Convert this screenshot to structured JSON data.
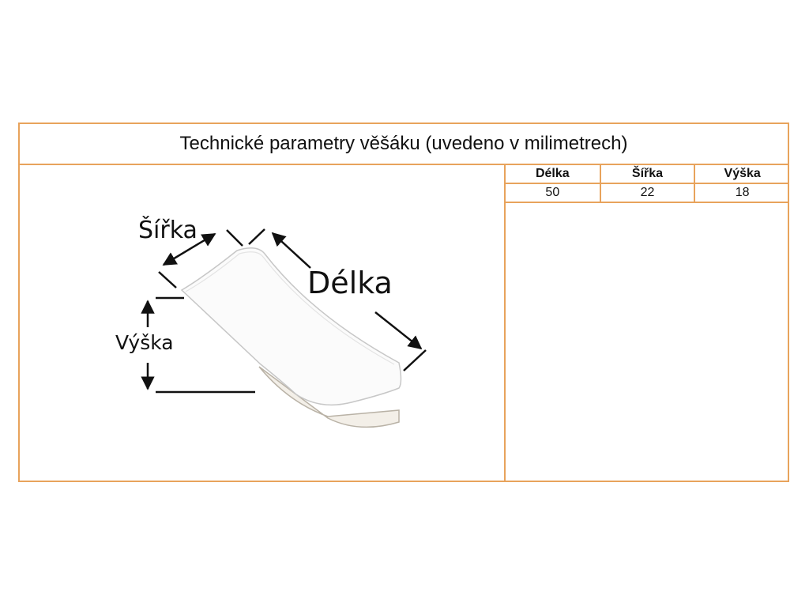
{
  "title": "Technické parametry věšáku (uvedeno v milimetrech)",
  "diagram": {
    "label_sirka": "Šířka",
    "label_delka": "Délka",
    "label_vyska": "Výška"
  },
  "table": {
    "headers": [
      "Délka",
      "Šířka",
      "Výška"
    ],
    "values": [
      "50",
      "22",
      "18"
    ]
  },
  "colors": {
    "border": "#e8a35c",
    "arrow": "#111111"
  }
}
